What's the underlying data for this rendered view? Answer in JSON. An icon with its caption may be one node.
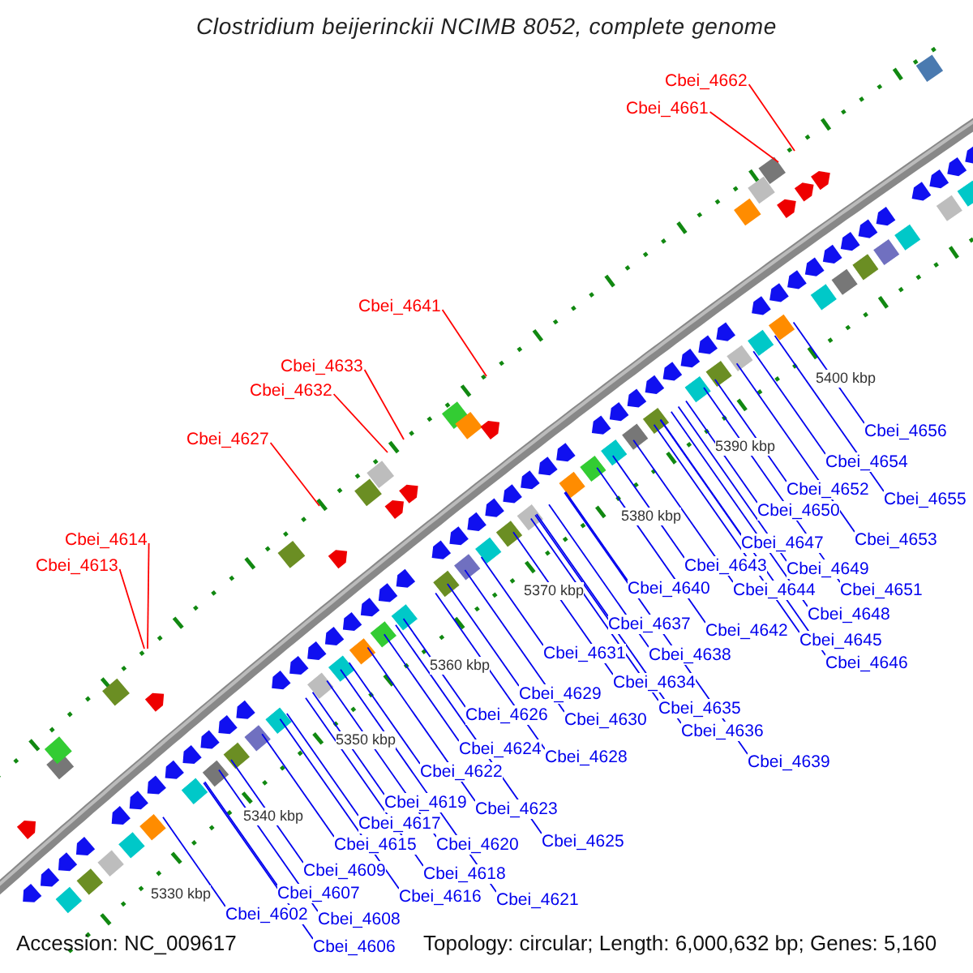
{
  "diagram": {
    "title": "Clostridium beijerinckii NCIMB 8052, complete genome",
    "nodes": [
      {
        "text": [
          "Cbei_4662"
        ]
      },
      {
        "text": [
          "Cbei_4661"
        ]
      },
      {
        "text": [
          "Cbei_4641"
        ]
      },
      {
        "text": [
          "Cbei_4633"
        ]
      },
      {
        "text": [
          "Cbei_4632"
        ]
      },
      {
        "text": [
          "Cbei_4656"
        ]
      },
      {
        "text": [
          "Cbei_4627"
        ]
      },
      {
        "text": [
          "Cbei_4654"
        ]
      },
      {
        "text": [
          "Cbei_4652"
        ]
      },
      {
        "text": [
          "Cbei_4655"
        ]
      },
      {
        "text": [
          "Cbei_4650"
        ]
      },
      {
        "text": [
          "Cbei_4653"
        ]
      },
      {
        "text": [
          "Cbei_4614"
        ]
      },
      {
        "text": [
          "Cbei_4647"
        ]
      },
      {
        "text": [
          "Cbei_4613"
        ]
      },
      {
        "text": [
          "Cbei_4643"
        ]
      },
      {
        "text": [
          "Cbei_4649"
        ]
      },
      {
        "text": [
          "Cbei_4640"
        ]
      },
      {
        "text": [
          "Cbei_4644"
        ]
      },
      {
        "text": [
          "Cbei_4651"
        ]
      },
      {
        "text": [
          "Cbei_4648"
        ]
      },
      {
        "text": [
          "Cbei_4637"
        ]
      },
      {
        "text": [
          "Cbei_4642"
        ]
      },
      {
        "text": [
          "Cbei_4645"
        ]
      },
      {
        "text": [
          "Cbei_4631"
        ]
      },
      {
        "text": [
          "Cbei_4638"
        ]
      },
      {
        "text": [
          "Cbei_4646"
        ]
      },
      {
        "text": [
          "Cbei_4634"
        ]
      },
      {
        "text": [
          "Cbei_4629"
        ]
      },
      {
        "text": [
          "Cbei_4635"
        ]
      },
      {
        "text": [
          "Cbei_4626"
        ]
      },
      {
        "text": [
          "Cbei_4630"
        ]
      },
      {
        "text": [
          "Cbei_4636"
        ]
      },
      {
        "text": [
          "Cbei_4624"
        ]
      },
      {
        "text": [
          "Cbei_4628"
        ]
      },
      {
        "text": [
          "Cbei_4639"
        ]
      },
      {
        "text": [
          "Cbei_4622"
        ]
      },
      {
        "text": [
          "Cbei_4619"
        ]
      },
      {
        "text": [
          "Cbei_4623"
        ]
      },
      {
        "text": [
          "Cbei_4617"
        ]
      },
      {
        "text": [
          "Cbei_4625"
        ]
      },
      {
        "text": [
          "Cbei_4620"
        ]
      },
      {
        "text": [
          "Cbei_4615"
        ]
      },
      {
        "text": [
          "Cbei_4609"
        ]
      },
      {
        "text": [
          "Cbei_4618"
        ]
      },
      {
        "text": [
          "Cbei_4607"
        ]
      },
      {
        "text": [
          "Cbei_4616"
        ]
      },
      {
        "text": [
          "Cbei_4621"
        ]
      },
      {
        "text": [
          "Cbei_4602"
        ]
      },
      {
        "text": [
          "Cbei_4608"
        ]
      },
      {
        "text": [
          "Cbei_4606"
        ]
      }
    ],
    "edges": [
      {
        "from": 0,
        "to": null,
        "arrow": "none",
        "color": "#ff0000"
      },
      {
        "from": 1,
        "to": null,
        "arrow": "none",
        "color": "#ff0000"
      },
      {
        "from": 2,
        "to": null,
        "arrow": "none",
        "color": "#ff0000"
      },
      {
        "from": 3,
        "to": null,
        "arrow": "none",
        "color": "#ff0000"
      },
      {
        "from": 4,
        "to": null,
        "arrow": "none",
        "color": "#ff0000"
      },
      {
        "from": 5,
        "to": null,
        "arrow": "none"
      },
      {
        "from": 6,
        "to": null,
        "arrow": "none",
        "color": "#ff0000"
      },
      {
        "from": 7,
        "to": null,
        "arrow": "none"
      },
      {
        "from": 8,
        "to": null,
        "arrow": "none"
      },
      {
        "from": 9,
        "to": null,
        "arrow": "none"
      },
      {
        "from": 10,
        "to": null,
        "arrow": "none"
      },
      {
        "from": 11,
        "to": null,
        "arrow": "none"
      },
      {
        "from": 12,
        "to": null,
        "arrow": "none",
        "color": "#ff0000"
      },
      {
        "from": 13,
        "to": null,
        "arrow": "none"
      },
      {
        "from": 14,
        "to": null,
        "arrow": "none",
        "color": "#ff0000"
      },
      {
        "from": 15,
        "to": null,
        "arrow": "none"
      },
      {
        "from": 16,
        "to": null,
        "arrow": "none"
      },
      {
        "from": 17,
        "to": null,
        "arrow": "none"
      },
      {
        "from": 18,
        "to": null,
        "arrow": "none"
      },
      {
        "from": 19,
        "to": null,
        "arrow": "none"
      },
      {
        "from": 20,
        "to": null,
        "arrow": "none"
      },
      {
        "from": 21,
        "to": null,
        "arrow": "none"
      },
      {
        "from": 22,
        "to": null,
        "arrow": "none"
      },
      {
        "from": 23,
        "to": null,
        "arrow": "none"
      },
      {
        "from": 24,
        "to": null,
        "arrow": "none"
      },
      {
        "from": 25,
        "to": null,
        "arrow": "none"
      },
      {
        "from": 26,
        "to": null,
        "arrow": "none"
      },
      {
        "from": 27,
        "to": null,
        "arrow": "none"
      },
      {
        "from": 28,
        "to": null,
        "arrow": "none"
      },
      {
        "from": 29,
        "to": null,
        "arrow": "none"
      },
      {
        "from": 30,
        "to": null,
        "arrow": "none"
      },
      {
        "from": 31,
        "to": null,
        "arrow": "none"
      },
      {
        "from": 32,
        "to": null,
        "arrow": "none"
      },
      {
        "from": 33,
        "to": null,
        "arrow": "none"
      },
      {
        "from": 34,
        "to": null,
        "arrow": "none"
      },
      {
        "from": 35,
        "to": null,
        "arrow": "none"
      },
      {
        "from": 36,
        "to": null,
        "arrow": "none"
      },
      {
        "from": 37,
        "to": null,
        "arrow": "none"
      },
      {
        "from": 38,
        "to": null,
        "arrow": "none"
      },
      {
        "from": 39,
        "to": null,
        "arrow": "none"
      },
      {
        "from": 40,
        "to": null,
        "arrow": "none"
      },
      {
        "from": 41,
        "to": null,
        "arrow": "none"
      },
      {
        "from": 42,
        "to": null,
        "arrow": "none"
      },
      {
        "from": 43,
        "to": null,
        "arrow": "none"
      },
      {
        "from": 44,
        "to": null,
        "arrow": "none"
      },
      {
        "from": 45,
        "to": null,
        "arrow": "none"
      },
      {
        "from": 46,
        "to": null,
        "arrow": "none"
      },
      {
        "from": 47,
        "to": null,
        "arrow": "none"
      },
      {
        "from": 48,
        "to": null,
        "arrow": "none"
      },
      {
        "from": 49,
        "to": null,
        "arrow": "none"
      },
      {
        "from": 50,
        "to": null,
        "arrow": "none"
      }
    ],
    "labels": [
      "5400 kbp",
      "5390 kbp",
      "5380 kbp",
      "5370 kbp",
      "5360 kbp",
      "5350 kbp",
      "5340 kbp",
      "5330 kbp",
      "Accession: NC_009617",
      "Topology: circular; Length: 6,000,632 bp; Genes: 5,160"
    ]
  }
}
